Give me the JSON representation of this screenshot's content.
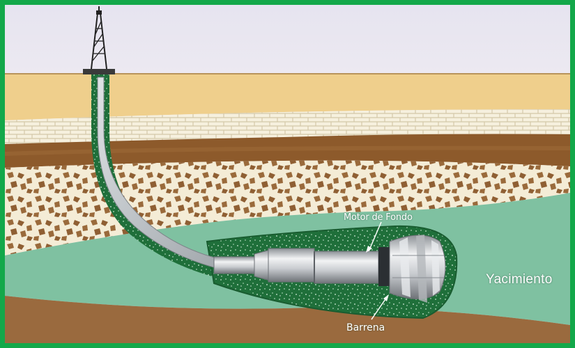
{
  "labels": {
    "motor": "Motor de Fondo",
    "bit": "Barrena",
    "reservoir": "Yacimiento"
  },
  "icons": [
    "drilling-rig-icon"
  ],
  "colors": {
    "border": "#13a84a",
    "sky": "#e8e6f0",
    "surface_layer": "#efcf8c",
    "brick_layer": "#f3ecd8",
    "dark_layer": "#8d5a2b",
    "rock_layer": "#f4ecd6",
    "reservoir": "#7fc1a1",
    "bottom_layer": "#9a6a3e",
    "wellbore": "#1f6f3a",
    "tool_steel": "#c9ccd0"
  }
}
